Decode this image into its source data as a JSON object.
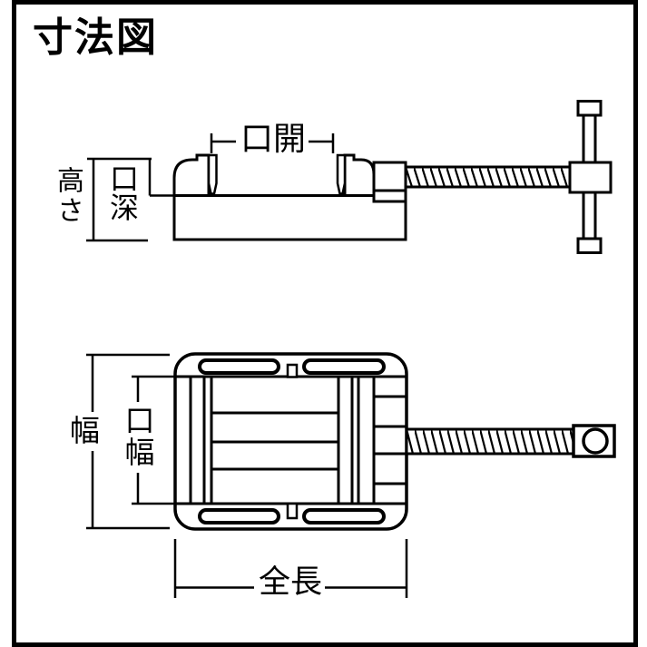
{
  "title": "寸法図",
  "colors": {
    "line": "#000000",
    "background": "#ffffff"
  },
  "views": {
    "side_view": {
      "labels": {
        "height": "高さ",
        "jaw_depth": "口深",
        "jaw_opening": "口開"
      }
    },
    "top_view": {
      "labels": {
        "width": "幅",
        "jaw_width": "口幅",
        "overall_length": "全長"
      }
    }
  }
}
